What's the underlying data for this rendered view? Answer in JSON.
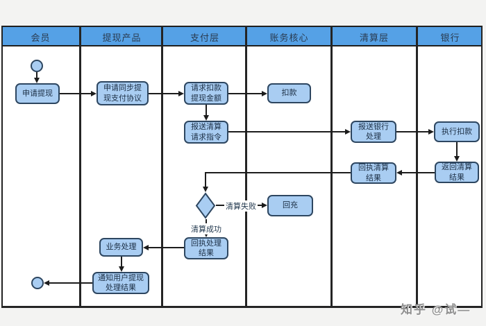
{
  "diagram": {
    "title_hint": "withdrawal-clearing-flowchart",
    "lanes": [
      "会员",
      "提现产品",
      "支付层",
      "账务核心",
      "清算层",
      "银行"
    ],
    "nodes": {
      "apply": "申请提现",
      "sync_agreement": "申请同步提现支付协议",
      "request_deduct": "请求扣款提现金额",
      "deduct": "扣款",
      "submit_clearing": "报送清算请求指令",
      "submit_bank": "报送银行处理",
      "exec_deduct": "执行扣款",
      "return_clearing": "返回清算结果",
      "receipt_clearing": "回执清算结果",
      "refill": "回充",
      "receipt_processing": "回执处理结果",
      "business": "业务处理",
      "notify": "通知用户提现处理结果"
    },
    "edge_labels": {
      "fail": "清算失败",
      "success": "清算成功"
    },
    "colors": {
      "header_fill": "#55a1e6",
      "node_fill": "#a9cdf2",
      "node_border": "#2d4660",
      "line": "#1c1c1c"
    }
  },
  "watermark": "知乎 @试—"
}
